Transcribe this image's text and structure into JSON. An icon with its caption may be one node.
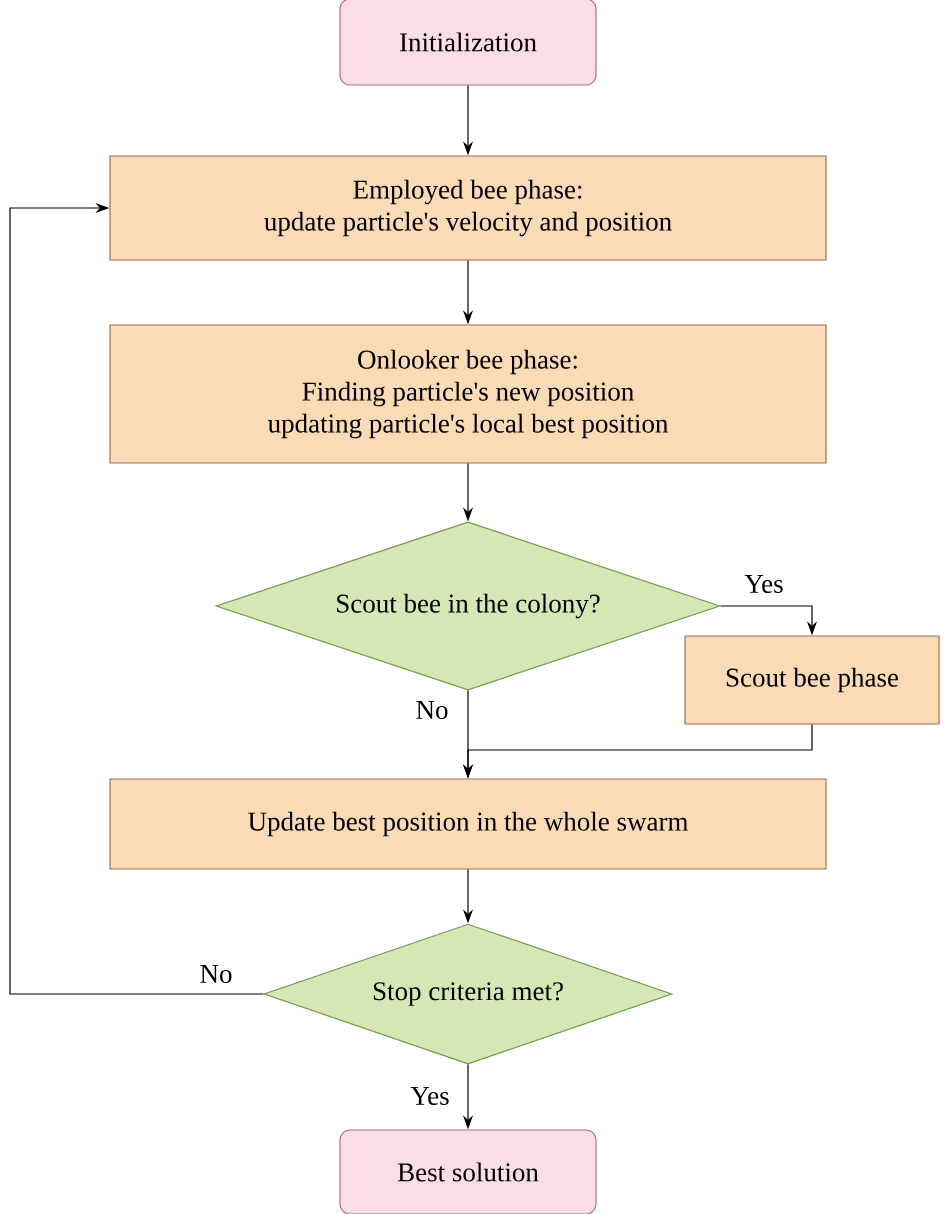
{
  "diagram": {
    "nodes": [
      {
        "text": [
          "Initialization"
        ]
      },
      {
        "text": [
          "Employed bee phase:",
          "update particle's velocity and position"
        ]
      },
      {
        "text": [
          "Onlooker bee phase:",
          "Finding particle's new position",
          "updating particle's local best position"
        ]
      },
      {
        "text": [
          "Scout bee in the colony?"
        ]
      },
      {
        "text": [
          "Scout bee phase"
        ]
      },
      {
        "text": [
          "Update best position in the whole swarm"
        ]
      },
      {
        "text": [
          "Stop criteria met?"
        ]
      },
      {
        "text": [
          "Best solution"
        ]
      }
    ],
    "edges": [
      {
        "from": 0,
        "to": 1,
        "arrow": "to"
      },
      {
        "from": 1,
        "to": 2,
        "arrow": "to"
      },
      {
        "from": 2,
        "to": 3,
        "arrow": "to"
      },
      {
        "from": 3,
        "to": 4,
        "arrow": "to",
        "label": "Yes"
      },
      {
        "from": 3,
        "to": 5,
        "arrow": "to",
        "label": "No"
      },
      {
        "from": 4,
        "to": 5,
        "arrow": "to"
      },
      {
        "from": 5,
        "to": 6,
        "arrow": "to"
      },
      {
        "from": 6,
        "to": 7,
        "arrow": "to",
        "label": "Yes"
      },
      {
        "from": 6,
        "to": 1,
        "arrow": "to",
        "label": "No"
      }
    ]
  }
}
